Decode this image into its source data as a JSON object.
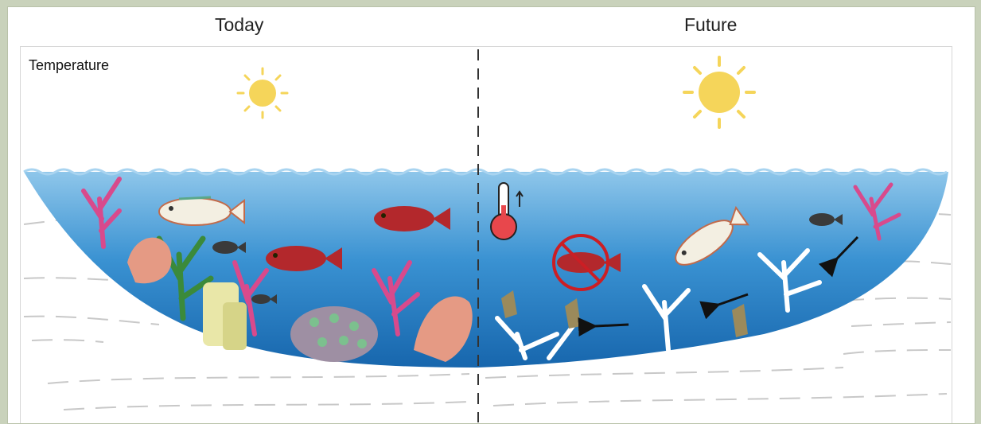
{
  "columns": {
    "today": "Today",
    "future": "Future"
  },
  "section_label": "Temperature",
  "icons": [
    "sun-icon",
    "thermometer-icon",
    "no-fish-icon",
    "arrow-left-icon"
  ],
  "colors": {
    "water_top": "#6fb0de",
    "water_bottom": "#1b6fb5",
    "sun": "#f5d55a",
    "thermometer_fill": "#e8474c",
    "red_fish": "#b3282c",
    "bleached_coral": "#ffffff",
    "pink_coral": "#d84a8c"
  }
}
